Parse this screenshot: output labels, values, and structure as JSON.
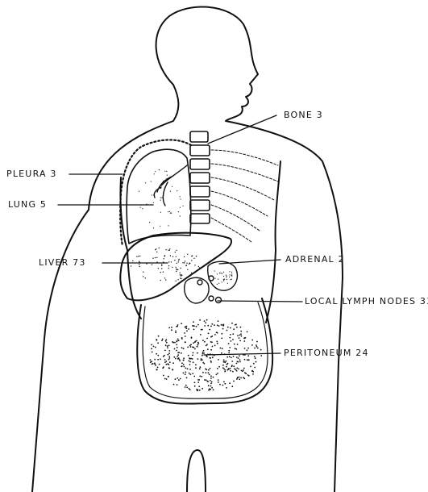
{
  "labels": {
    "bone": "BONE 3",
    "pleura": "PLEURA 3",
    "lung": "LUNG 5",
    "liver": "LIVER 73",
    "adrenal": "ADRENAL 2",
    "lymph": "LOCAL LYMPH NODES 33",
    "peritoneum": "PERITONEUM 24"
  },
  "colors": {
    "ink": "#111111",
    "paper": "#ffffff"
  }
}
